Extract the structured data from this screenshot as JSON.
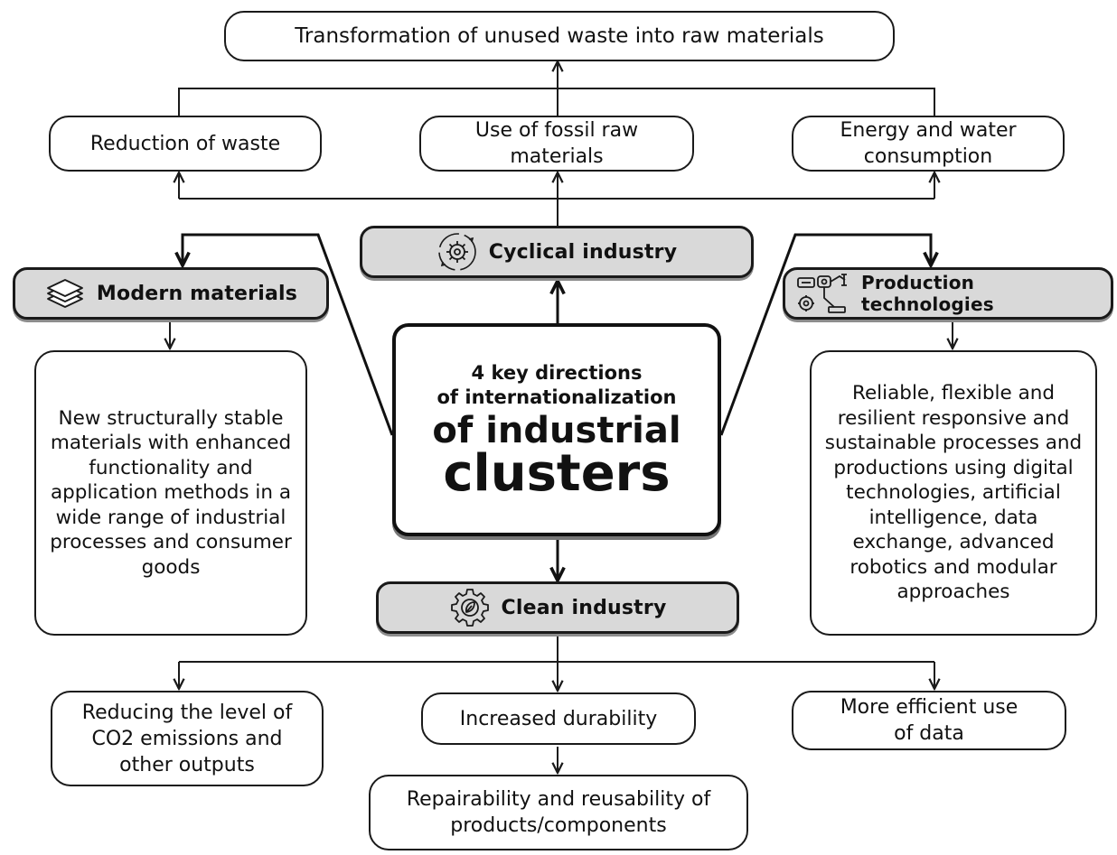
{
  "top": {
    "transformation": "Transformation of unused waste into raw materials",
    "reduction_of_waste": "Reduction of waste",
    "fossil_raw_materials": "Use of fossil raw materials",
    "energy_water": "Energy and water consumption"
  },
  "center": {
    "line1": "4 key directions",
    "line2": "of internationalization",
    "line3": "of industrial",
    "line4": "clusters"
  },
  "directions": {
    "cyclical": {
      "label": "Cyclical industry",
      "icon": "gear-cycle-icon"
    },
    "modern": {
      "label": "Modern materials",
      "icon": "layers-icon"
    },
    "production": {
      "label": "Production technologies",
      "icon": "robot-arm-icon"
    },
    "clean": {
      "label": "Clean industry",
      "icon": "eco-gear-icon"
    }
  },
  "panels": {
    "modern_desc": "New structurally stable materials with enhanced functionality and application methods in a wide range of industrial processes and consumer goods",
    "production_desc": "Reliable, flexible and resilient responsive and sustainable processes and productions using digital technologies, artificial intelligence, data exchange, advanced robotics and modular approaches"
  },
  "bottom": {
    "co2": "Reducing the level of CO2 emissions and other outputs",
    "durability": "Increased durability",
    "data": "More efficient use of data",
    "repairability": "Repairability and reusability of products/components"
  }
}
